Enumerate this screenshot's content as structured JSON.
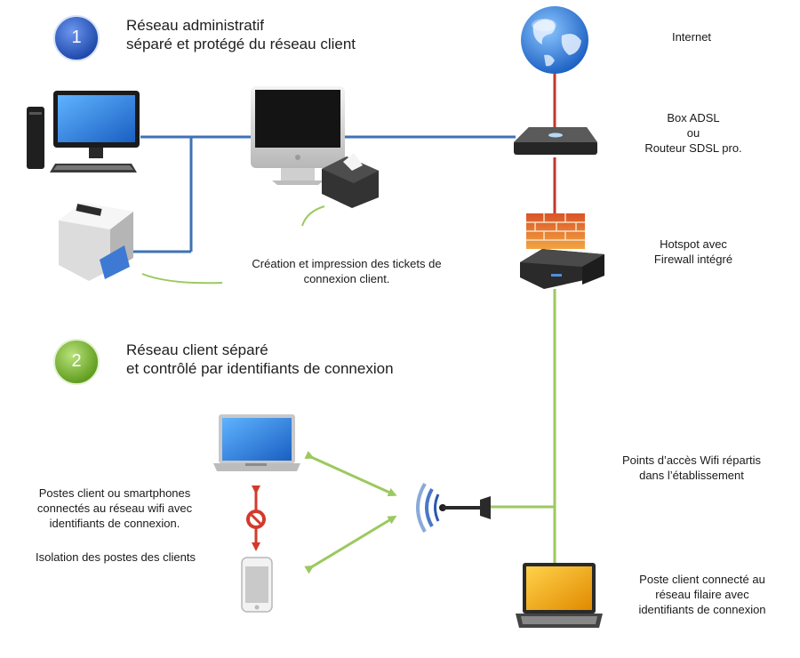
{
  "section1": {
    "number": "1",
    "heading_line1": "Réseau administratif",
    "heading_line2": "séparé et protégé du réseau client"
  },
  "section2": {
    "number": "2",
    "heading_line1": "Réseau client séparé",
    "heading_line2": "et contrôlé par identifiants de connexion"
  },
  "labels": {
    "internet": "Internet",
    "router_line1": "Box ADSL",
    "router_line2": "ou",
    "router_line3": "Routeur SDSL pro.",
    "hotspot_line1": "Hotspot avec",
    "hotspot_line2": "Firewall intégré",
    "tickets_line1": "Création et impression des tickets de",
    "tickets_line2": "connexion client.",
    "wifi_line1": "Points d’accès Wifi répartis",
    "wifi_line2": "dans l’établissement",
    "clients_line1": "Postes client ou smartphones",
    "clients_line2": "connectés au réseau wifi avec",
    "clients_line3": "identifiants de connexion.",
    "isolation": "Isolation des postes  des clients",
    "wired_line1": "Poste client connecté au",
    "wired_line2": "réseau filaire avec",
    "wired_line3": "identifiants de connexion"
  },
  "colors": {
    "admin_link": "#3f72b5",
    "internet_link": "#c0392b",
    "client_link": "#9bc95f",
    "badge1": "#2b5cc2",
    "badge2": "#7cbb2e",
    "blocked": "#d33a2c"
  },
  "icons": {
    "globe": "globe-icon",
    "router": "router-icon",
    "firewall": "firewall-brick-icon",
    "hotspot": "hotspot-box-icon",
    "desktop": "desktop-pc-icon",
    "imac": "imac-icon",
    "ticket_printer": "ticket-printer-icon",
    "laser_printer": "laser-printer-icon",
    "laptop": "laptop-icon",
    "smartphone": "smartphone-icon",
    "antenna": "wifi-antenna-icon",
    "no_entry": "no-entry-icon"
  }
}
